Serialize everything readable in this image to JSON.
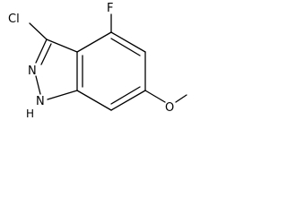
{
  "atoms": {
    "chlorine": "Cl",
    "fluorine": "F",
    "nitrogen_ring": "N",
    "nitrogen_nh_n": "N",
    "nitrogen_nh_h": "H",
    "oxygen": "O"
  },
  "colors": {
    "bond": "#000000",
    "label": "#000000",
    "background": "#ffffff"
  }
}
